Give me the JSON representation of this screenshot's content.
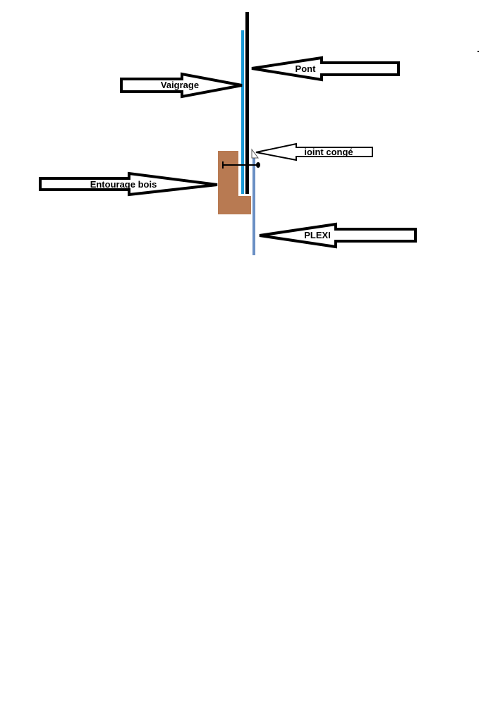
{
  "labels": {
    "pont": "Pont",
    "vaigrage": "Vaigrage",
    "joint_conge": "ioint congé",
    "entourage_bois": "Entourage bois",
    "plexi": "PLEXI"
  },
  "colors": {
    "pont": "#000000",
    "vaigrage": "#1a9ad6",
    "plexi": "#6a8fc4",
    "wood": "#b87a52",
    "outline": "#000000",
    "background": "#ffffff"
  }
}
